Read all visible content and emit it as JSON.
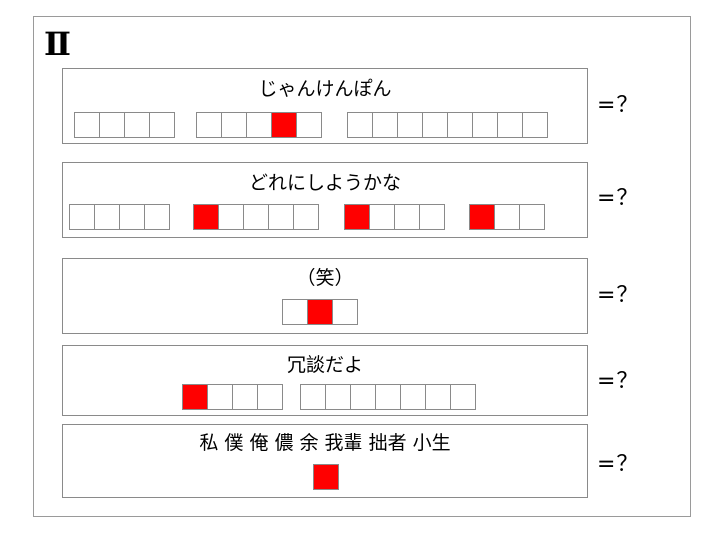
{
  "section_mark": "Ⅱ",
  "highlight_color": "#ff0000",
  "answer_text": "=？",
  "rows": [
    {
      "title": "じゃんけんぽん",
      "groups": [
        {
          "cells": 4,
          "highlighted": []
        },
        {
          "cells": 5,
          "highlighted": [
            3
          ]
        },
        {
          "cells": 8,
          "highlighted": []
        }
      ]
    },
    {
      "title": "どれにしようかな",
      "groups": [
        {
          "cells": 4,
          "highlighted": []
        },
        {
          "cells": 5,
          "highlighted": [
            0
          ]
        },
        {
          "cells": 4,
          "highlighted": [
            0
          ]
        },
        {
          "cells": 3,
          "highlighted": [
            0
          ]
        }
      ]
    },
    {
      "title": "（笑）",
      "groups": [
        {
          "cells": 3,
          "highlighted": [
            1
          ]
        }
      ]
    },
    {
      "title": "冗談だよ",
      "groups": [
        {
          "cells": 4,
          "highlighted": [
            0
          ]
        },
        {
          "cells": 7,
          "highlighted": []
        }
      ]
    },
    {
      "title": "私 僕 俺 儂 余 我輩 拙者 小生",
      "groups": [
        {
          "cells": 1,
          "highlighted": [
            0
          ]
        }
      ]
    }
  ]
}
